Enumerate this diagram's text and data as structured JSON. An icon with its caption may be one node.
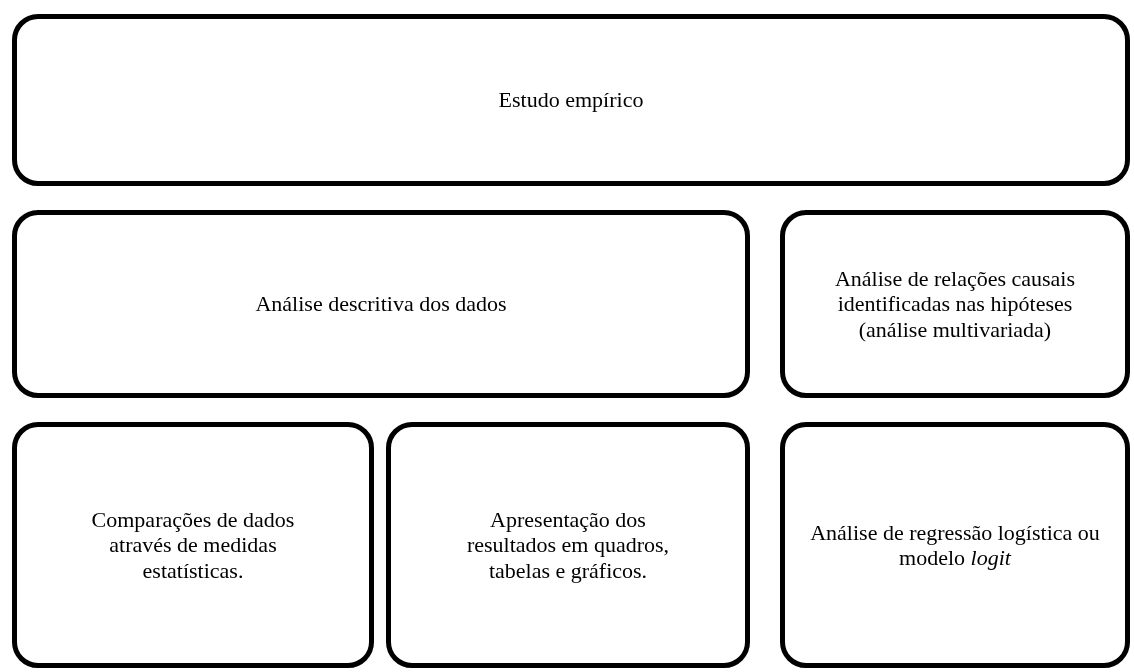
{
  "diagram": {
    "nodes": [
      {
        "text": [
          "Estudo empírico"
        ]
      },
      {
        "text": [
          "Análise descritiva dos dados"
        ]
      },
      {
        "text": [
          "Análise de relações causais identificadas nas hipóteses (análise multivariada)"
        ]
      },
      {
        "text": [
          "Comparações de dados através de medidas estatísticas."
        ]
      },
      {
        "text": [
          "Apresentação dos resultados em quadros, tabelas e gráficos."
        ]
      },
      {
        "text": [
          "Análise de regressão logística ou modelo *logit*"
        ]
      }
    ]
  }
}
